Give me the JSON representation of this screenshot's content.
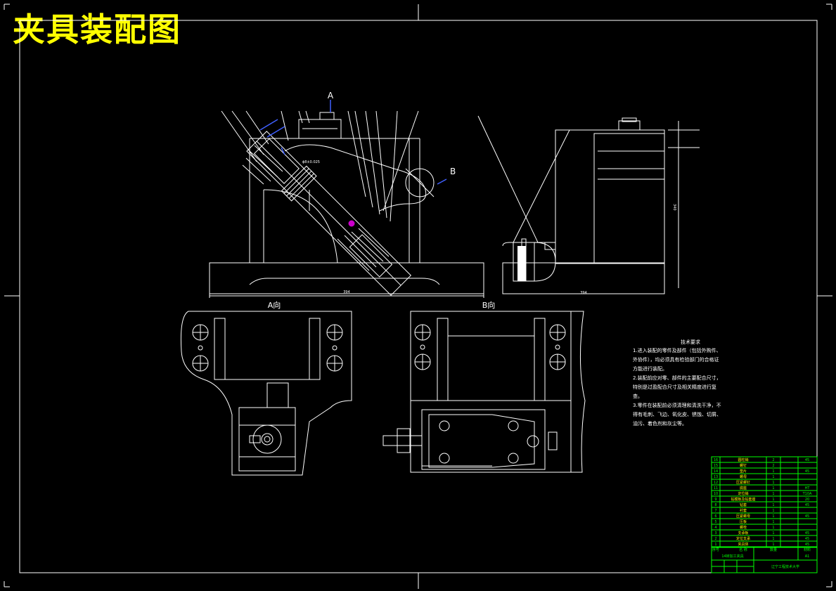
{
  "drawing": {
    "title": "夹具装配图",
    "section_a_marker": "A",
    "section_b_marker": "B",
    "view_a_label": "A向",
    "view_b_label": "B向",
    "dim_front_width": "394",
    "dim_side_width": "394",
    "dim_side_height": "340",
    "tolerance_note": "ϕ8±0.025"
  },
  "tech_requirements": {
    "heading": "技术要求",
    "lines": [
      "1.进入装配的零件及部件（包括外购件、",
      "外协件），均必须具有检验部门的合格证",
      "方能进行装配。",
      "2.装配前应对零、部件的主要配合尺寸，",
      "特别是过盈配合尺寸及相关精度进行复",
      "查。",
      "3.零件在装配前必须清理和清洗干净，不",
      "得有毛刺、飞边、氧化皮、锈蚀、切屑、",
      "油污、着色剂和灰尘等。"
    ]
  },
  "title_block": {
    "drawing_name": "14转加工夹具",
    "school": "辽宁工程技术大学",
    "sheet_size": "A1",
    "header_cols": [
      "序号",
      "名 称",
      "数量",
      "材料"
    ],
    "rows": [
      {
        "no": "16",
        "name": "圆柱销",
        "qty": "2",
        "mat": "45"
      },
      {
        "no": "15",
        "name": "螺钉",
        "qty": "2",
        "mat": ""
      },
      {
        "no": "14",
        "name": "垫片",
        "qty": "1",
        "mat": "45"
      },
      {
        "no": "13",
        "name": "螺母",
        "qty": "1",
        "mat": ""
      },
      {
        "no": "12",
        "name": "压紧螺钉",
        "qty": "1",
        "mat": ""
      },
      {
        "no": "11",
        "name": "底座",
        "qty": "1",
        "mat": "HT"
      },
      {
        "no": "10",
        "name": "定位销",
        "qty": "1",
        "mat": "T10A"
      },
      {
        "no": "9",
        "name": "钻模板及钻套座",
        "qty": "1",
        "mat": "20"
      },
      {
        "no": "8",
        "name": "钻套",
        "qty": "1",
        "mat": "45"
      },
      {
        "no": "7",
        "name": "衬套",
        "qty": "1",
        "mat": ""
      },
      {
        "no": "6",
        "name": "压紧螺母",
        "qty": "1",
        "mat": "45"
      },
      {
        "no": "5",
        "name": "压板",
        "qty": "1",
        "mat": ""
      },
      {
        "no": "4",
        "name": "螺栓",
        "qty": "1",
        "mat": ""
      },
      {
        "no": "3",
        "name": "支承板",
        "qty": "1",
        "mat": "45"
      },
      {
        "no": "2",
        "name": "定位支承",
        "qty": "1",
        "mat": "45"
      },
      {
        "no": "1",
        "name": "夹具体",
        "qty": "1",
        "mat": "45"
      }
    ]
  }
}
